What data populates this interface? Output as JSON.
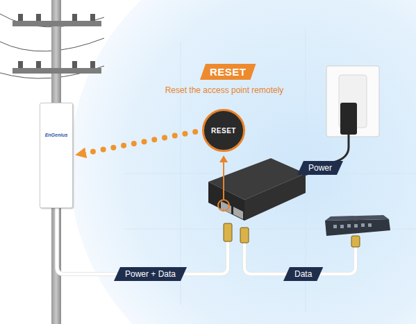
{
  "diagram": {
    "nodes": [
      {
        "text": [
          "RESET",
          "Reset the access point remotely"
        ]
      },
      {
        "text": [
          "RESET"
        ]
      },
      {
        "text": [
          "EnGenius"
        ]
      }
    ],
    "edges": [
      {
        "from": 1,
        "to": 2,
        "arrow": "to"
      }
    ],
    "labels": [
      "Power",
      "Power + Data",
      "Data"
    ]
  }
}
